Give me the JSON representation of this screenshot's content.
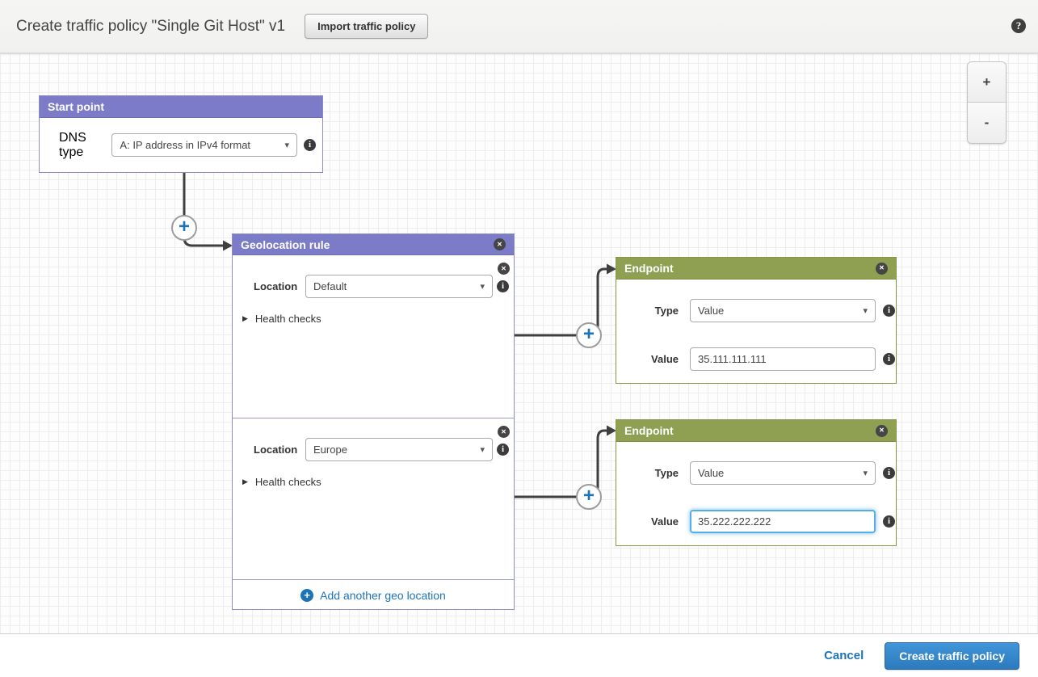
{
  "header": {
    "title": "Create traffic policy \"Single Git Host\" v1",
    "import_button_label": "Import traffic policy",
    "help_icon": "?"
  },
  "canvas": {
    "zoom_in_label": "+",
    "zoom_out_label": "-"
  },
  "start_point": {
    "title": "Start point",
    "dns_type_label": "DNS type",
    "dns_type_value": "A: IP address in IPv4 format"
  },
  "geolocation_rule": {
    "title": "Geolocation rule",
    "sections": [
      {
        "location_label": "Location",
        "location_value": "Default",
        "health_checks": "Health checks"
      },
      {
        "location_label": "Location",
        "location_value": "Europe",
        "health_checks": "Health checks"
      }
    ],
    "add_another_label": "Add another geo location"
  },
  "endpoints": [
    {
      "title": "Endpoint",
      "type_label": "Type",
      "type_value": "Value",
      "value_label": "Value",
      "value_text": "35.111.111.111"
    },
    {
      "title": "Endpoint",
      "type_label": "Type",
      "type_value": "Value",
      "value_label": "Value",
      "value_text": "35.222.222.222"
    }
  ],
  "footer": {
    "cancel_label": "Cancel",
    "create_label": "Create traffic policy"
  },
  "colors": {
    "rule_header_purple": "#7b7bc8",
    "endpoint_header_green": "#8fa052",
    "link_blue": "#1d73b8",
    "connector_dark": "#3f3f3f",
    "focus_blue": "#55aee5"
  }
}
